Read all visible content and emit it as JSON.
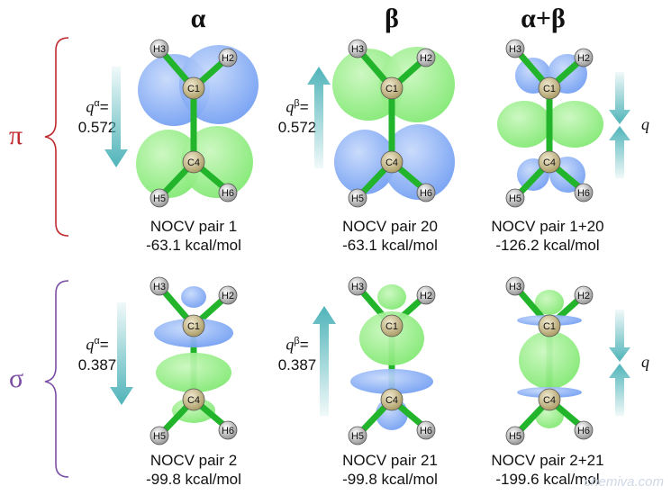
{
  "column_headers": [
    "α",
    "β",
    "α+β"
  ],
  "row_symbols": [
    "π",
    "σ"
  ],
  "colors": {
    "pi_brace": "#c0282d",
    "sigma_brace": "#7b4ea3",
    "positive_lobe": "#7ee86f",
    "negative_lobe": "#6f9cf2",
    "arrow": "#4fb4b9",
    "carbon": "#c8b98a",
    "hydrogen": "#b8b8b8",
    "bond": "#22b52b"
  },
  "panels": [
    {
      "caption": [
        "NOCV pair 1",
        "-63.1 kcal/mol"
      ]
    },
    {
      "caption": [
        "NOCV pair 20",
        "-63.1 kcal/mol"
      ]
    },
    {
      "caption": [
        "NOCV pair 1+20",
        "-126.2 kcal/mol"
      ]
    },
    {
      "caption": [
        "NOCV pair 2",
        "-99.8 kcal/mol"
      ]
    },
    {
      "caption": [
        "NOCV pair 21",
        "-99.8 kcal/mol"
      ]
    },
    {
      "caption": [
        "NOCV pair 2+21",
        "-199.6 kcal/mol"
      ]
    }
  ],
  "charge_labels": [
    {
      "symbol": "q",
      "superscript": "α",
      "value": "0.572"
    },
    {
      "symbol": "q",
      "superscript": "β",
      "value": "0.572"
    },
    {
      "symbol": "q",
      "superscript": "α",
      "value": "0.387"
    },
    {
      "symbol": "q",
      "superscript": "β",
      "value": "0.387"
    }
  ],
  "total_charge_label": "q",
  "atom_labels": {
    "c_top": "C1",
    "c_bottom": "C4",
    "h1": "H3",
    "h2": "H2",
    "h3": "H5",
    "h4": "H6"
  },
  "watermark": "chemiva.com"
}
